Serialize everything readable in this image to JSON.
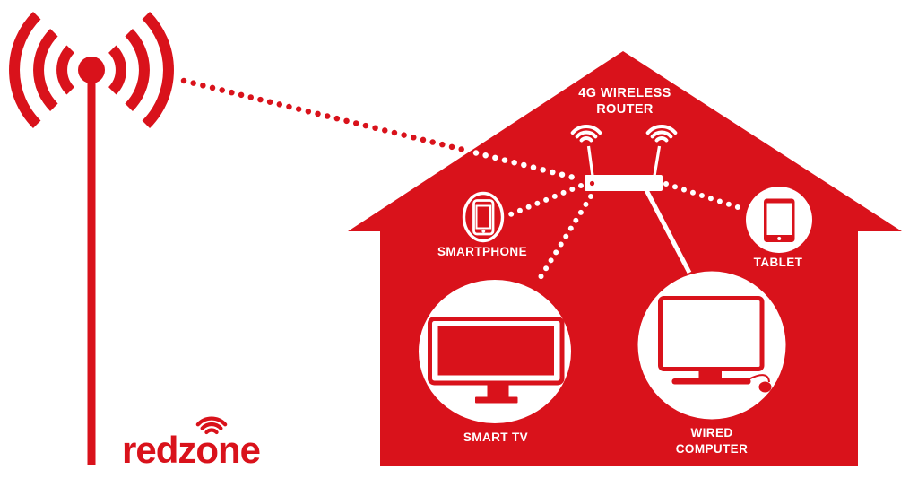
{
  "colors": {
    "red": "#d9121b",
    "white": "#ffffff"
  },
  "logo": {
    "text": "redzone"
  },
  "tower": {
    "icon": "cell-tower-icon"
  },
  "house": {
    "icon": "house-shape"
  },
  "router": {
    "icon": "wireless-router-icon",
    "label": {
      "line1": "4G WIRELESS",
      "line2": "ROUTER"
    }
  },
  "devices": {
    "smartphone": {
      "icon": "smartphone-icon",
      "label": "SMARTPHONE"
    },
    "tablet": {
      "icon": "tablet-icon",
      "label": "TABLET"
    },
    "smart_tv": {
      "icon": "smart-tv-icon",
      "label": "SMART TV"
    },
    "wired_computer": {
      "icon": "desktop-computer-icon",
      "label": {
        "line1": "WIRED",
        "line2": "COMPUTER"
      }
    }
  },
  "connections": [
    {
      "from": "cell-tower",
      "to": "router",
      "type": "wireless-dotted"
    },
    {
      "from": "router",
      "to": "smartphone",
      "type": "wireless-dotted"
    },
    {
      "from": "router",
      "to": "smart-tv",
      "type": "wireless-dotted"
    },
    {
      "from": "router",
      "to": "tablet",
      "type": "wireless-dotted"
    },
    {
      "from": "router",
      "to": "wired-computer",
      "type": "wired-solid"
    }
  ]
}
